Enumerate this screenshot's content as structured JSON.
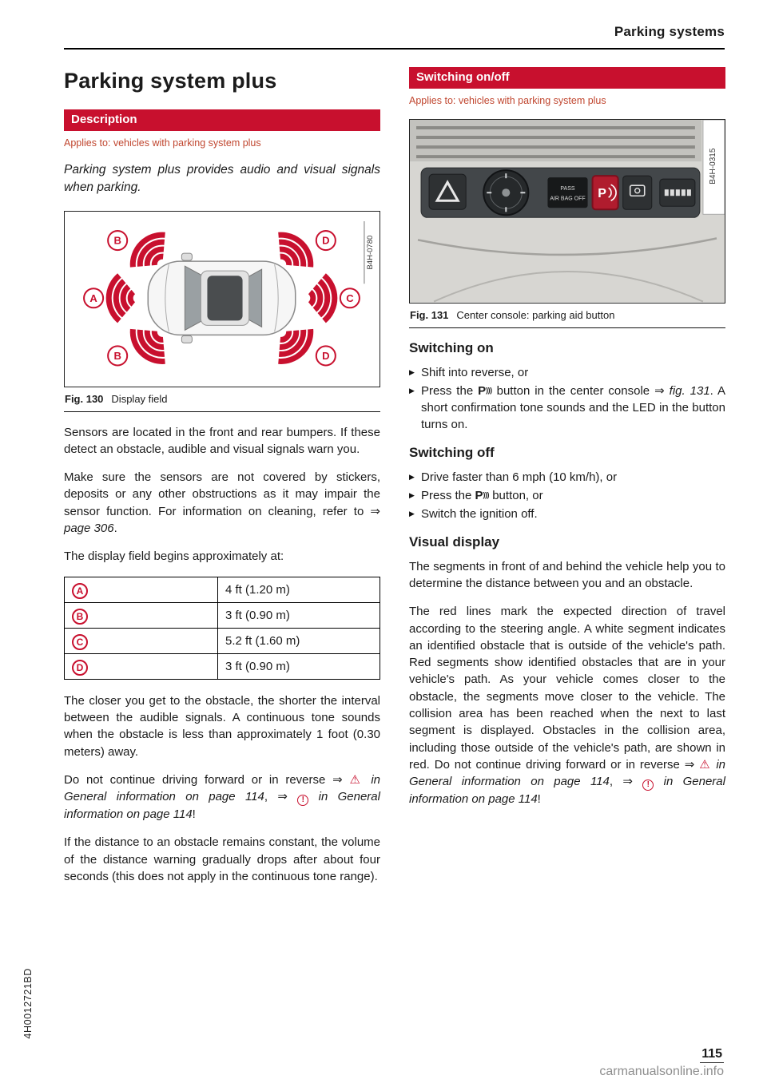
{
  "header": {
    "section_title": "Parking systems"
  },
  "footer": {
    "doc_code": "4H0012721BD",
    "page_number": "115",
    "watermark": "carmanualsonline.info"
  },
  "colors": {
    "accent_red": "#c8102e",
    "applies_red": "#c0462f"
  },
  "ui": {
    "bullet": "▶"
  },
  "left": {
    "title": "Parking system plus",
    "banner": "Description",
    "applies_to": "Applies to: vehicles with parking system plus",
    "intro": "Parking system plus provides audio and visual signals when parking.",
    "figure": {
      "code": "B4H-0780",
      "caption_label": "Fig. 130",
      "caption_text": "Display field",
      "labels": {
        "a": "A",
        "b": "B",
        "c": "C",
        "d": "D"
      }
    },
    "para1": "Sensors are located in the front and rear bumpers. If these detect an obstacle, audible and visual signals warn you.",
    "para2": [
      {
        "t": "Make sure the sensors are not covered by stickers, deposits or any other obstructions as it may impair the sensor function. For information on cleaning, refer to "
      },
      {
        "t": "⇒ "
      },
      {
        "t": "page 306",
        "s": "i"
      },
      {
        "t": "."
      }
    ],
    "para3": "The display field begins approximately at:",
    "table": {
      "rows": [
        {
          "label": "A",
          "value": "4 ft (1.20 m)"
        },
        {
          "label": "B",
          "value": "3 ft (0.90 m)"
        },
        {
          "label": "C",
          "value": "5.2 ft (1.60 m)"
        },
        {
          "label": "D",
          "value": "3 ft (0.90 m)"
        }
      ]
    },
    "para4": "The closer you get to the obstacle, the shorter the interval between the audible signals. A continuous tone sounds when the obstacle is less than approximately 1 foot (0.30 meters) away.",
    "para5": [
      {
        "t": "Do not continue driving forward or in reverse "
      },
      {
        "t": "⇒ "
      },
      {
        "t": "⚠",
        "s": "warn"
      },
      {
        "t": " "
      },
      {
        "t": "in General information on page 114",
        "s": "i"
      },
      {
        "t": ", "
      },
      {
        "t": "⇒ "
      },
      {
        "t": "!",
        "s": "circ"
      },
      {
        "t": " "
      },
      {
        "t": "in General information on page 114",
        "s": "i"
      },
      {
        "t": "!"
      }
    ],
    "para6": "If the distance to an obstacle remains constant, the volume of the distance warning gradually drops after about four seconds (this does not apply in the continuous tone range)."
  },
  "right": {
    "banner": "Switching on/off",
    "applies_to": "Applies to: vehicles with parking system plus",
    "figure": {
      "code": "B4H-0315",
      "caption_label": "Fig. 131",
      "caption_text": "Center console: parking aid button",
      "indicator_line1": "PASS",
      "indicator_line2": "AIR BAG OFF",
      "button_letter": "P"
    },
    "h_on": "Switching on",
    "on_bullets": [
      [
        {
          "t": "Shift into reverse, or"
        }
      ],
      [
        {
          "t": "Press the "
        },
        {
          "t": "P",
          "s": "b"
        },
        {
          "t": ")))",
          "s": "sm"
        },
        {
          "t": " button in the center console "
        },
        {
          "t": "⇒ "
        },
        {
          "t": "fig. 131",
          "s": "i"
        },
        {
          "t": ". A short confirmation tone sounds and the LED in the button turns on."
        }
      ]
    ],
    "h_off": "Switching off",
    "off_bullets": [
      [
        {
          "t": "Drive faster than 6 mph (10 km/h), or"
        }
      ],
      [
        {
          "t": "Press the "
        },
        {
          "t": "P",
          "s": "b"
        },
        {
          "t": ")))",
          "s": "sm"
        },
        {
          "t": " button, or"
        }
      ],
      [
        {
          "t": "Switch the ignition off."
        }
      ]
    ],
    "h_visual": "Visual display",
    "para7": "The segments in front of and behind the vehicle help you to determine the distance between you and an obstacle.",
    "para8": [
      {
        "t": "The red lines mark the expected direction of travel according to the steering angle. A white segment indicates an identified obstacle that is outside of the vehicle's path. Red segments show identified obstacles that are in your vehicle's path. As your vehicle comes closer to the obstacle, the segments move closer to the vehicle. The collision area has been reached when the next to last segment is displayed. Obstacles in the collision area, including those outside of the vehicle's path, are shown in red. Do not continue driving forward or in reverse "
      },
      {
        "t": "⇒ "
      },
      {
        "t": "⚠",
        "s": "warn"
      },
      {
        "t": " "
      },
      {
        "t": "in General information on page 114",
        "s": "i"
      },
      {
        "t": ", "
      },
      {
        "t": "⇒ "
      },
      {
        "t": "!",
        "s": "circ"
      },
      {
        "t": " "
      },
      {
        "t": "in General information on page 114",
        "s": "i"
      },
      {
        "t": "!"
      }
    ]
  }
}
